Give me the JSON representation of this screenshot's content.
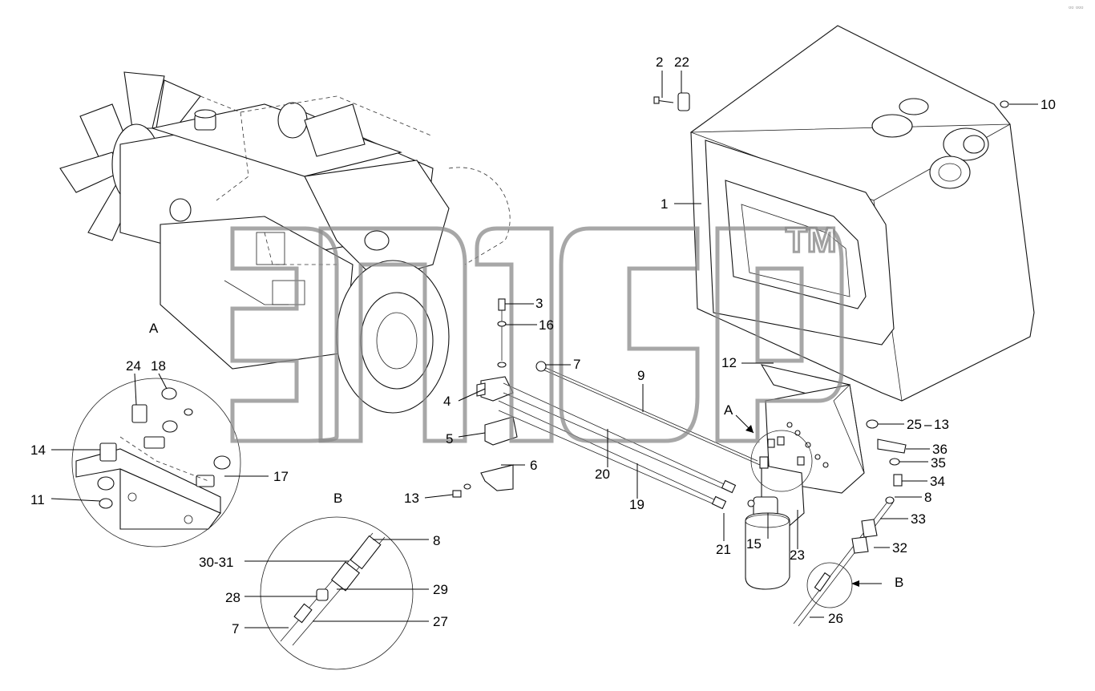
{
  "diagram": {
    "view_labels": {
      "a_main": "A",
      "a_detail": "A",
      "b_detail": "B",
      "b_arrow": "B"
    },
    "watermark": {
      "trademark": "TM"
    },
    "corner_mark": "▫▫ ▫▫▫",
    "callouts": {
      "c1": "1",
      "c2": "2",
      "c22": "22",
      "c10": "10",
      "c3": "3",
      "c16": "16",
      "c7a": "7",
      "c9": "9",
      "c12": "12",
      "c4": "4",
      "c5": "5",
      "c6": "6",
      "c20": "20",
      "c19": "19",
      "c13a": "13",
      "c21": "21",
      "c15": "15",
      "c23": "23",
      "c25_13": "25",
      "c13b": "13",
      "c36": "36",
      "c35": "35",
      "c34": "34",
      "c8a": "8",
      "c33": "33",
      "c32": "32",
      "c26": "26",
      "c24": "24",
      "c18": "18",
      "c14": "14",
      "c17": "17",
      "c11": "11",
      "c8b": "8",
      "c30_31": "30-31",
      "c28": "28",
      "c29": "29",
      "c7b": "7",
      "c27": "27"
    }
  }
}
